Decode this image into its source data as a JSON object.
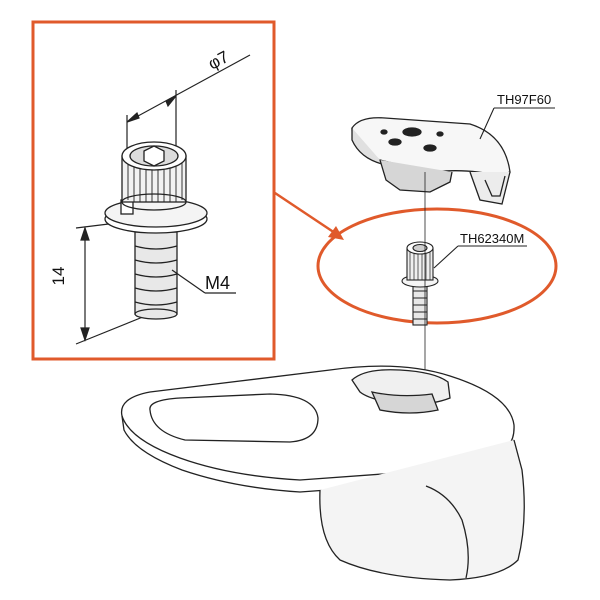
{
  "colors": {
    "callout": "#e05a2b",
    "line": "#222222",
    "shade": "#d9d9d9",
    "background": "#ffffff"
  },
  "inset": {
    "diameter_label": "φ7",
    "length_label": "14",
    "thread_label": "M4"
  },
  "parts": {
    "cap_label": "TH97F60",
    "screw_label": "TH62340M"
  }
}
